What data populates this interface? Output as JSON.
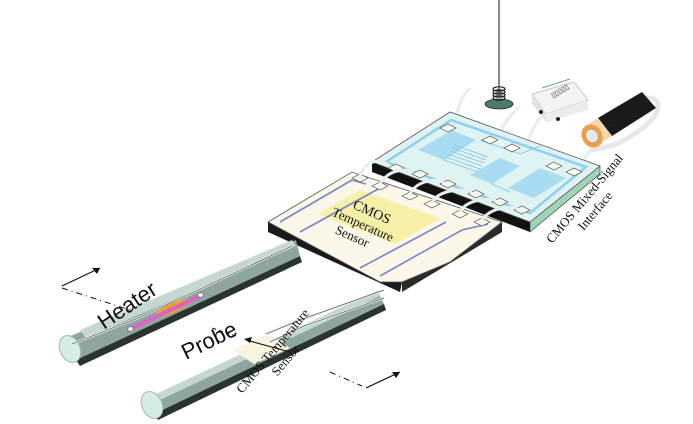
{
  "diagram": {
    "type": "isometric-device-illustration",
    "labels": {
      "heater": "Heater",
      "probe": "Probe",
      "cmos_temp_sensor_board_line1": "CMOS",
      "cmos_temp_sensor_board_line2": "Temperature",
      "cmos_temp_sensor_board_line3": "Sensor",
      "probe_sensor_line1": "CMOS Temperature",
      "probe_sensor_line2": "Sensor",
      "interface_line1": "CMOS Mixed-Signal",
      "interface_line2": "Interface"
    },
    "components": [
      {
        "id": "antenna",
        "description": "vertical antenna wire with coil"
      },
      {
        "id": "rf-module",
        "description": "white module box with two pins"
      },
      {
        "id": "battery",
        "description": "black and orange cylindrical battery with lead"
      },
      {
        "id": "mixed-signal-chip",
        "description": "CMOS mixed-signal interface chip with bond pads"
      },
      {
        "id": "sensor-board",
        "description": "CMOS temperature sensor substrate"
      },
      {
        "id": "heater-needle",
        "description": "glass needle with heater element"
      },
      {
        "id": "probe-needle",
        "description": "glass needle with CMOS temperature sensor"
      }
    ],
    "colors": {
      "chip_top": "#dff3f3",
      "chip_trace": "#8fd0ee",
      "chip_side": "#9fd4b8",
      "sensor_yellow": "#f6f0a8",
      "board_top": "#fbf8ea",
      "needle": "#8fa6a0",
      "heater_pink": "#e060c8",
      "heater_glow": "#f3a020",
      "battery_body": "#1a1a1a",
      "battery_cap": "#f0a040"
    }
  }
}
